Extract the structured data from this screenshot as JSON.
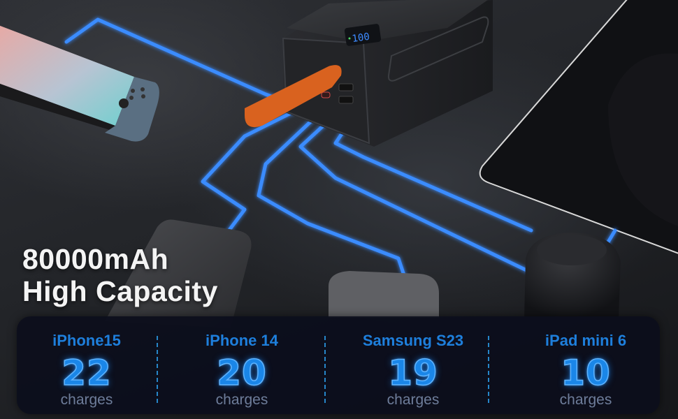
{
  "headline": {
    "line1": "80000mAh",
    "line2": "High Capacity"
  },
  "power_bank": {
    "display_value": "100"
  },
  "colors": {
    "accent_blue": "#1e7fdc",
    "cable_blue": "#3a8cff",
    "strap_orange": "#d9621f",
    "panel_bg": "#0c0e1c",
    "unit_gray": "#6e7d9a"
  },
  "stats": [
    {
      "device": "iPhone15",
      "count": "22",
      "unit": "charges"
    },
    {
      "device": "iPhone 14",
      "count": "20",
      "unit": "charges"
    },
    {
      "device": "Samsung S23",
      "count": "19",
      "unit": "charges"
    },
    {
      "device": "iPad mini 6",
      "count": "10",
      "unit": "charges"
    }
  ]
}
